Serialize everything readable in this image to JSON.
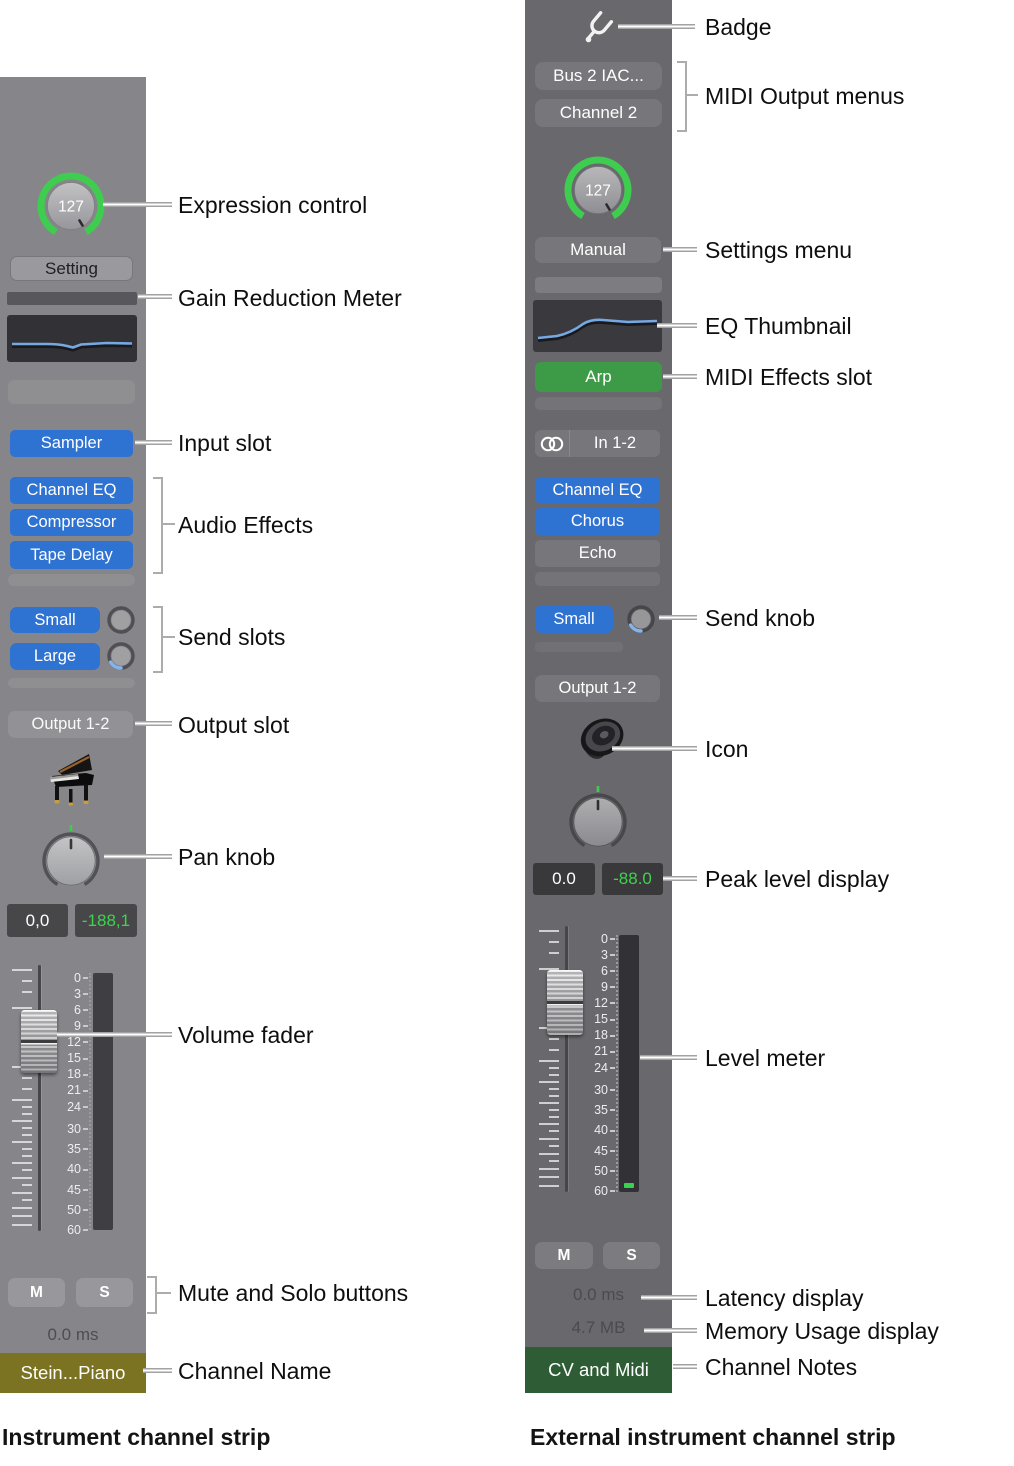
{
  "left_strip": {
    "expression_value": "127",
    "settings_menu": "Setting",
    "input_slot": "Sampler",
    "audio_effects": [
      "Channel EQ",
      "Compressor",
      "Tape Delay"
    ],
    "send_slots": [
      "Small",
      "Large"
    ],
    "output_slot": "Output 1-2",
    "pan_value": "0,0",
    "peak_value": "-188,1",
    "meter_scale": [
      "0",
      "3",
      "6",
      "9",
      "12",
      "15",
      "18",
      "21",
      "24",
      "30",
      "35",
      "40",
      "45",
      "50",
      "60"
    ],
    "mute": "M",
    "solo": "S",
    "latency": "0.0 ms",
    "channel_name": "Stein...Piano",
    "caption": "Instrument channel strip"
  },
  "right_strip": {
    "midi_output_device": "Bus 2 IAC...",
    "midi_output_channel": "Channel 2",
    "expression_value": "127",
    "settings_menu": "Manual",
    "midi_effects_slot": "Arp",
    "input_slot": "In 1-2",
    "audio_effects": [
      "Channel EQ",
      "Chorus",
      "Echo"
    ],
    "send_slot": "Small",
    "output_slot": "Output 1-2",
    "pan_value": "0.0",
    "peak_value": "-88.0",
    "meter_scale": [
      "0",
      "3",
      "6",
      "9",
      "12",
      "15",
      "18",
      "21",
      "24",
      "30",
      "35",
      "40",
      "45",
      "50",
      "60"
    ],
    "mute": "M",
    "solo": "S",
    "latency": "0.0 ms",
    "memory": "4.7 MB",
    "channel_notes": "CV and Midi",
    "caption": "External instrument channel strip"
  },
  "annotations": {
    "left": {
      "expression": "Expression control",
      "gain_reduction": "Gain Reduction Meter",
      "input": "Input slot",
      "audio_effects": "Audio Effects",
      "sends": "Send slots",
      "output": "Output slot",
      "pan": "Pan knob",
      "fader": "Volume fader",
      "mute_solo": "Mute and Solo buttons",
      "channel_name": "Channel Name"
    },
    "right": {
      "badge": "Badge",
      "midi_outputs": "MIDI Output menus",
      "settings": "Settings menu",
      "eq_thumbnail": "EQ Thumbnail",
      "midi_effects": "MIDI Effects slot",
      "send_knob": "Send knob",
      "icon": "Icon",
      "peak": "Peak level display",
      "level_meter": "Level meter",
      "latency": "Latency display",
      "memory": "Memory Usage display",
      "notes": "Channel Notes"
    }
  },
  "colors": {
    "plugin_blue": "#2E72D2",
    "midi_fx_green": "#3D9A46",
    "value_green": "#3FD24D",
    "knob_arc_green": "#3FCD4F",
    "channel_name_olive": "#7B7222",
    "channel_notes_green": "#2E5C35"
  }
}
